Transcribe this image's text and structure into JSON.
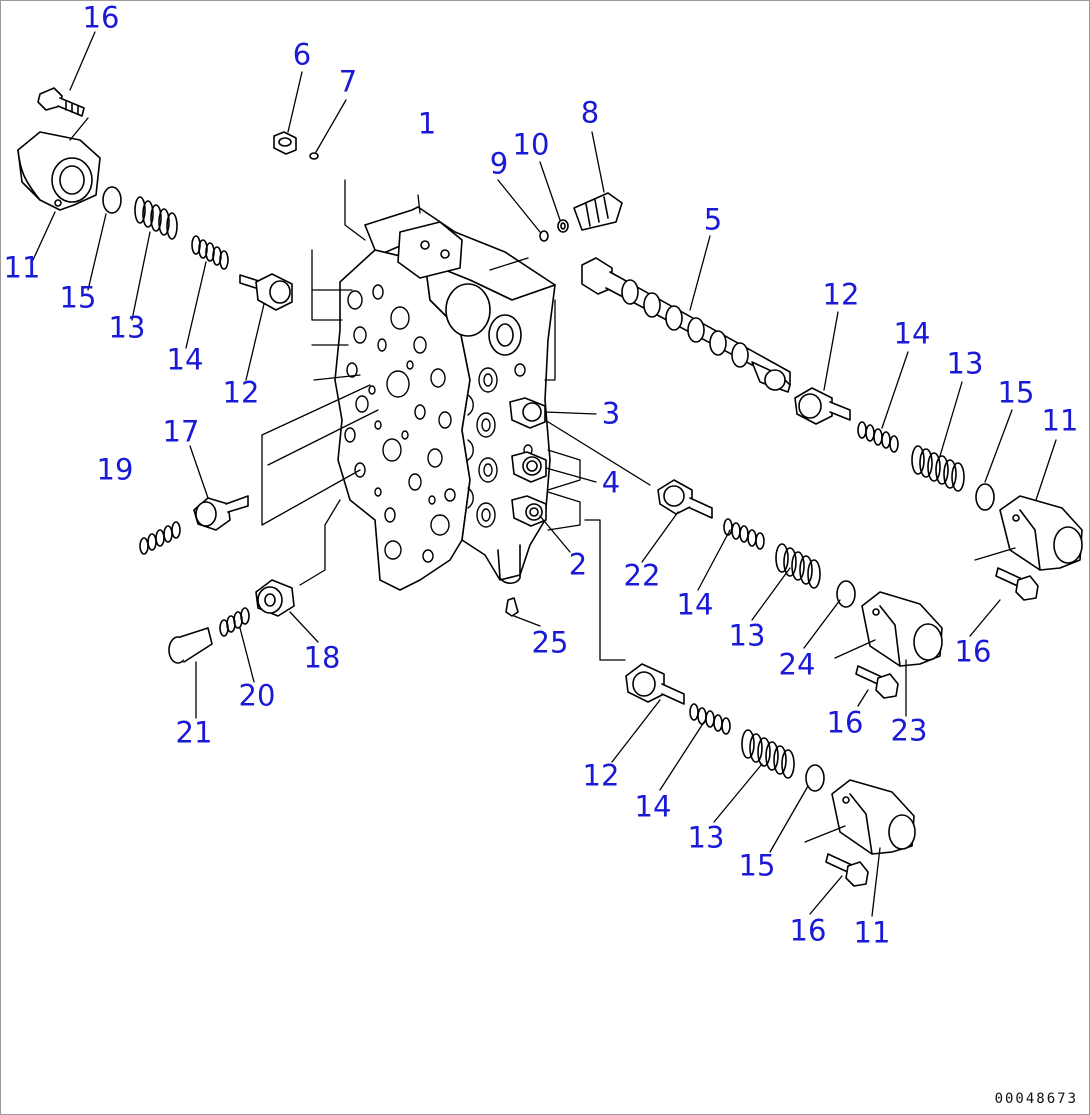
{
  "drawing_number": "00048673",
  "colors": {
    "label": "#1a1ad6",
    "line": "#000000"
  },
  "callouts": [
    {
      "id": "c16a",
      "text": "16"
    },
    {
      "id": "c11a",
      "text": "11"
    },
    {
      "id": "c15a",
      "text": "15"
    },
    {
      "id": "c13a",
      "text": "13"
    },
    {
      "id": "c14a",
      "text": "14"
    },
    {
      "id": "c12a",
      "text": "12"
    },
    {
      "id": "c6",
      "text": "6"
    },
    {
      "id": "c7",
      "text": "7"
    },
    {
      "id": "c1",
      "text": "1"
    },
    {
      "id": "c9",
      "text": "9"
    },
    {
      "id": "c10",
      "text": "10"
    },
    {
      "id": "c8",
      "text": "8"
    },
    {
      "id": "c5",
      "text": "5"
    },
    {
      "id": "c12b",
      "text": "12"
    },
    {
      "id": "c14b",
      "text": "14"
    },
    {
      "id": "c13b",
      "text": "13"
    },
    {
      "id": "c15b",
      "text": "15"
    },
    {
      "id": "c11b",
      "text": "11"
    },
    {
      "id": "c3",
      "text": "3"
    },
    {
      "id": "c4",
      "text": "4"
    },
    {
      "id": "c2",
      "text": "2"
    },
    {
      "id": "c17",
      "text": "17"
    },
    {
      "id": "c19",
      "text": "19"
    },
    {
      "id": "c22",
      "text": "22"
    },
    {
      "id": "c14c",
      "text": "14"
    },
    {
      "id": "c13c",
      "text": "13"
    },
    {
      "id": "c24",
      "text": "24"
    },
    {
      "id": "c16b",
      "text": "16"
    },
    {
      "id": "c23",
      "text": "23"
    },
    {
      "id": "c16c",
      "text": "16"
    },
    {
      "id": "c25",
      "text": "25"
    },
    {
      "id": "c18",
      "text": "18"
    },
    {
      "id": "c20",
      "text": "20"
    },
    {
      "id": "c21",
      "text": "21"
    },
    {
      "id": "c12c",
      "text": "12"
    },
    {
      "id": "c14d",
      "text": "14"
    },
    {
      "id": "c13d",
      "text": "13"
    },
    {
      "id": "c15c",
      "text": "15"
    },
    {
      "id": "c16d",
      "text": "16"
    },
    {
      "id": "c11c",
      "text": "11"
    }
  ]
}
